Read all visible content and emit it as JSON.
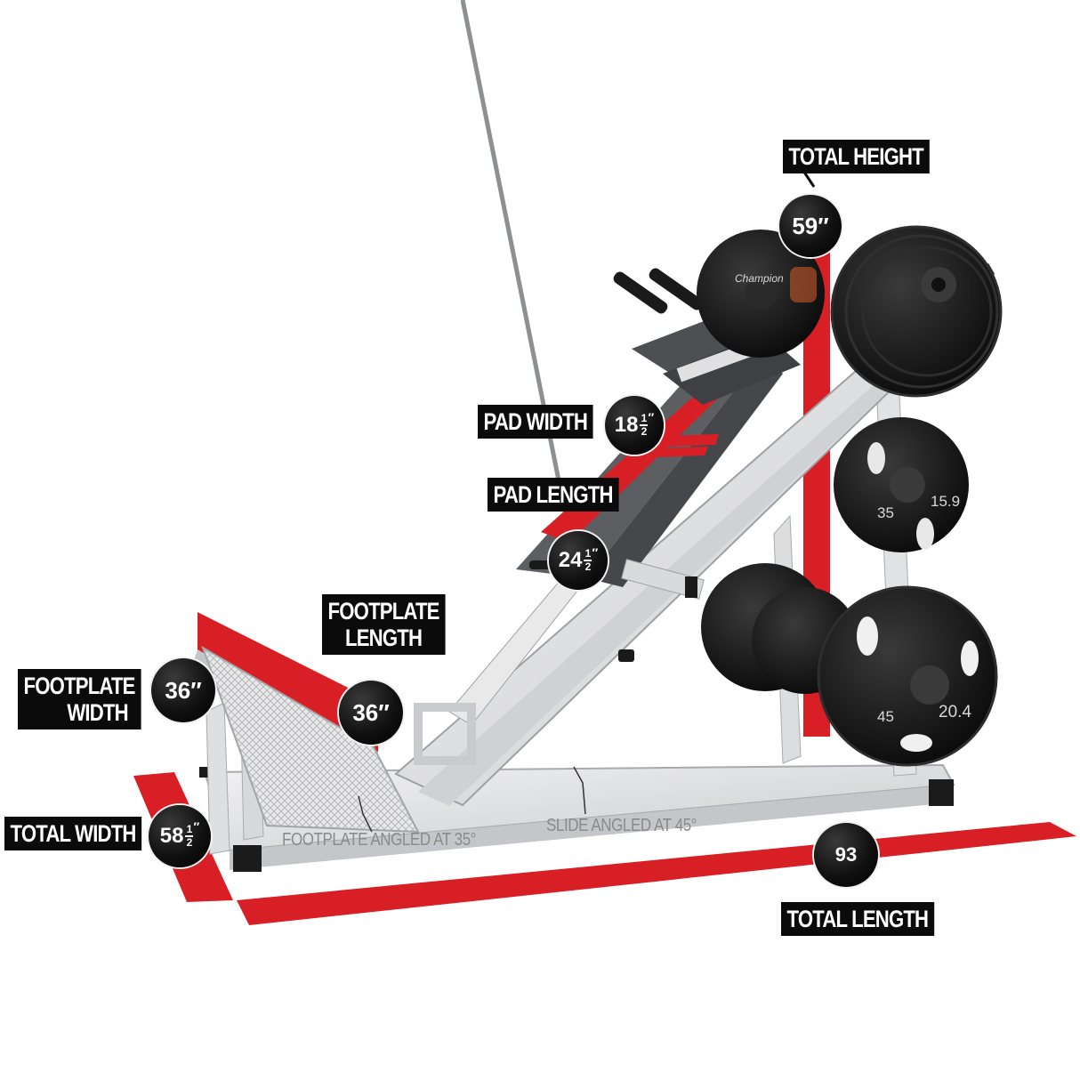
{
  "labels": {
    "total_height": "TOTAL HEIGHT",
    "pad_width": "PAD WIDTH",
    "pad_length": "PAD LENGTH",
    "footplate_length": [
      "FOOTPLATE",
      "LENGTH"
    ],
    "footplate_width": [
      "FOOTPLATE",
      "WIDTH"
    ],
    "total_width": "TOTAL WIDTH",
    "total_length": "TOTAL LENGTH"
  },
  "values": {
    "total_height": "59″",
    "pad_width_whole": "18",
    "pad_width_frac_num": "1",
    "pad_width_frac_den": "2",
    "pad_width_unit": "″",
    "pad_length_whole": "24",
    "pad_length_frac_num": "1",
    "pad_length_frac_den": "2",
    "pad_length_unit": "″",
    "footplate_length": "36″",
    "footplate_width": "36″",
    "total_width_whole": "58",
    "total_width_frac_num": "1",
    "total_width_frac_den": "2",
    "total_width_unit": "″",
    "total_length": "93"
  },
  "notes": {
    "footplate_angle": "FOOTPLATE ANGLED AT 35°",
    "slide_angle": "SLIDE ANGLED AT 45°"
  },
  "plates": {
    "top_brand": "Champion",
    "mid_left": "35",
    "mid_right": "15.9",
    "bottom_left": "45",
    "bottom_right": "20.4"
  },
  "colors": {
    "accent_red": "#d81f26",
    "frame": "#e4e4e6",
    "frame_shadow": "#b9babd",
    "pad": "#5d5e62",
    "plate": "#141414",
    "tag_bg": "#0b0b0b"
  }
}
